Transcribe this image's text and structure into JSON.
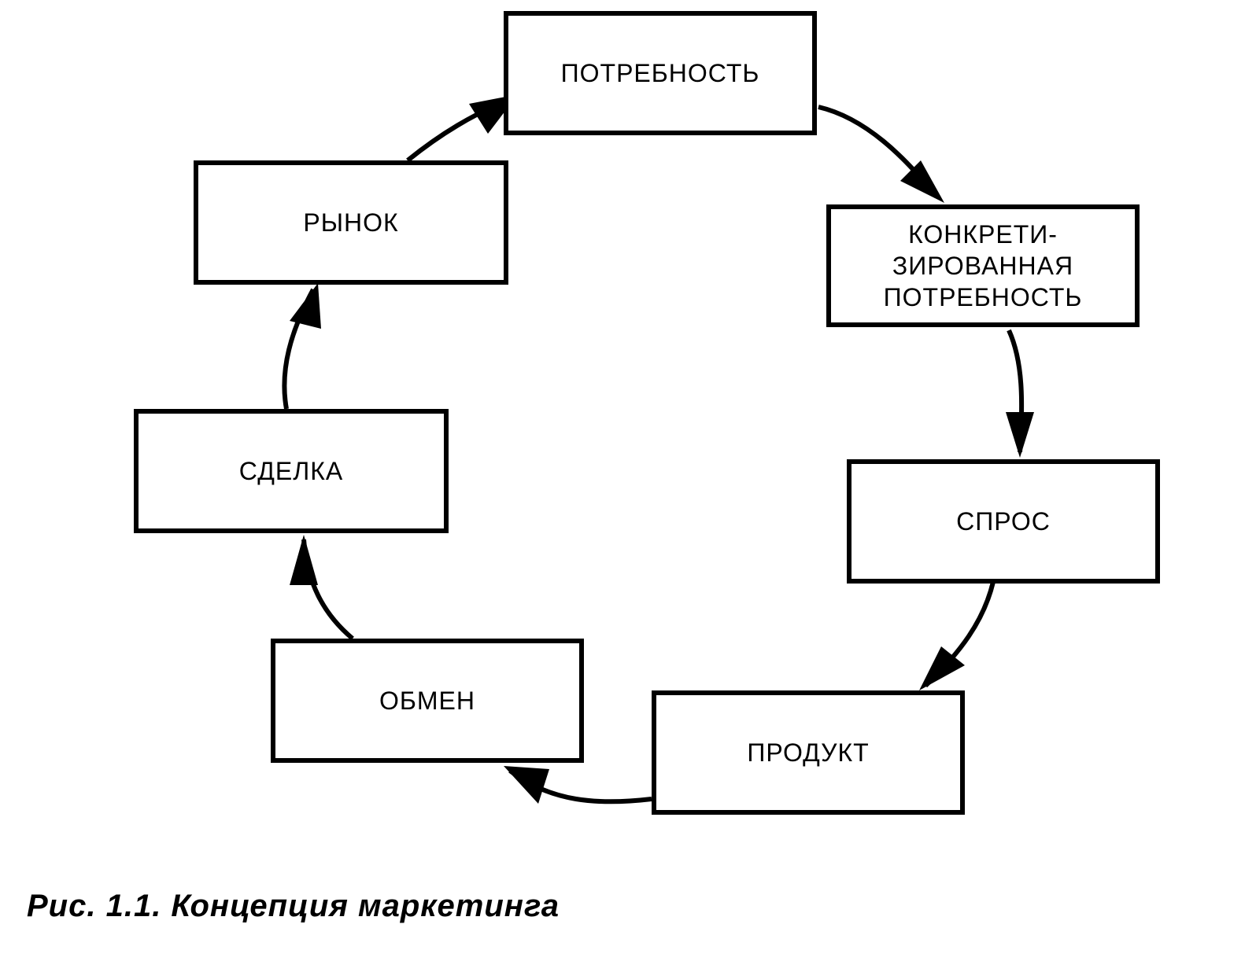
{
  "diagram": {
    "title": "Концепция маркетинга",
    "nodes": [
      {
        "id": "need",
        "label": "ПОТРЕБНОСТЬ"
      },
      {
        "id": "specified_need",
        "label": "КОНКРЕТИ-\nЗИРОВАННАЯ\nПОТРЕБНОСТЬ"
      },
      {
        "id": "demand",
        "label": "СПРОС"
      },
      {
        "id": "product",
        "label": "ПРОДУКТ"
      },
      {
        "id": "exchange",
        "label": "ОБМЕН"
      },
      {
        "id": "deal",
        "label": "СДЕЛКА"
      },
      {
        "id": "market",
        "label": "РЫНОК"
      }
    ],
    "edges": [
      {
        "from": "need",
        "to": "specified_need"
      },
      {
        "from": "specified_need",
        "to": "demand"
      },
      {
        "from": "demand",
        "to": "product"
      },
      {
        "from": "product",
        "to": "exchange"
      },
      {
        "from": "exchange",
        "to": "deal"
      },
      {
        "from": "deal",
        "to": "market"
      },
      {
        "from": "market",
        "to": "need"
      }
    ],
    "cycle": true
  },
  "caption": "Рис.  1.1. Концепция маркетинга",
  "colors": {
    "stroke": "#000000",
    "background": "#ffffff"
  }
}
